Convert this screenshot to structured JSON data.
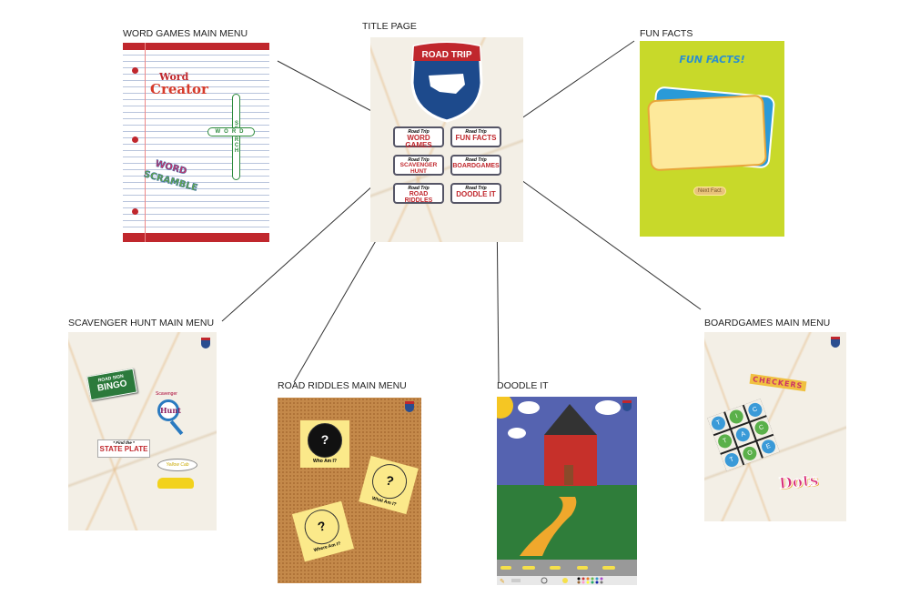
{
  "screens": {
    "title_page": {
      "label": "TITLE PAGE",
      "logo": "ROAD TRIP",
      "buttons": [
        {
          "small": "Road Trip",
          "main": "WORD GAMES"
        },
        {
          "small": "Road Trip",
          "main": "FUN FACTS"
        },
        {
          "small": "Road Trip",
          "main": "SCAVENGER HUNT"
        },
        {
          "small": "Road Trip",
          "main": "BOARDGAMES"
        },
        {
          "small": "Road Trip",
          "main": "ROAD RIDDLES"
        },
        {
          "small": "Road Trip",
          "main": "DOODLE IT"
        }
      ]
    },
    "word_games": {
      "label": "WORD GAMES MAIN MENU",
      "word": "Word",
      "creator": "Creator",
      "search": "SEARCH",
      "word2": "WORD",
      "scramble1": "WORD",
      "scramble2": "SCRAMBLE"
    },
    "fun_facts": {
      "label": "FUN FACTS",
      "title": "FUN FACTS!",
      "next": "Next Fact"
    },
    "scavenger": {
      "label": "SCAVENGER HUNT MAIN MENU",
      "bingo1": "ROAD SIGN",
      "bingo2": "BINGO",
      "hunt_small": "Scavenger",
      "hunt": "Hunt",
      "plate_small": "* Find the *",
      "plate": "STATE PLATE",
      "cab": "Yellow Cab"
    },
    "riddles": {
      "label": "ROAD RIDDLES MAIN MENU",
      "notes": [
        "Who Am I?",
        "What Am I?",
        "Where Am I?"
      ]
    },
    "doodle": {
      "label": "DOODLE IT"
    },
    "boardgames": {
      "label": "BOARDGAMES MAIN MENU",
      "checkers": "CHECKERS",
      "ttt": [
        "T",
        "I",
        "C",
        "T",
        "A",
        "C",
        "T",
        "O",
        "E"
      ],
      "dots": "Dots"
    }
  },
  "colors": {
    "line": "#333333",
    "red": "#c0272d",
    "green": "#b9d12a"
  }
}
